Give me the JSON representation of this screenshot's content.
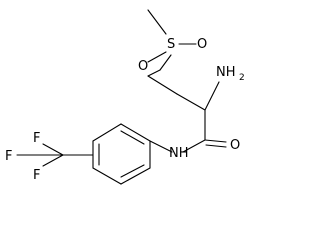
{
  "structure": {
    "atoms": {
      "sulfur": "S",
      "sulfonyl_oxygen_1": "O",
      "sulfonyl_oxygen_2": "O",
      "amine_n": "NH",
      "amine_h_count": "2",
      "carbonyl_oxygen": "O",
      "amide_nh": "NH",
      "fluorine_1": "F",
      "fluorine_2": "F",
      "fluorine_3": "F"
    }
  }
}
